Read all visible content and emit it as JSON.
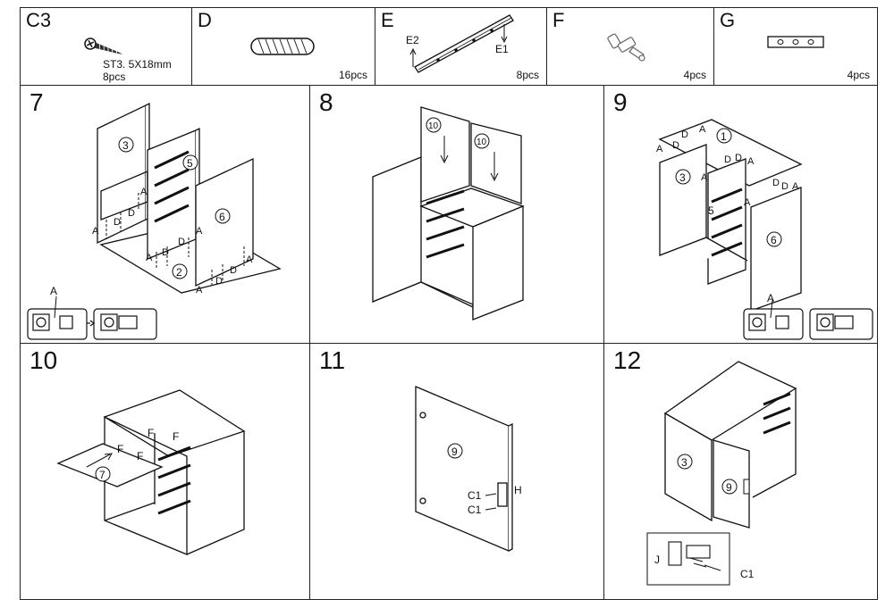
{
  "parts": [
    {
      "code": "C3",
      "desc": "ST3. 5X18mm",
      "qty": "8pcs",
      "icon": "screw-icon"
    },
    {
      "code": "D",
      "qty": "16pcs",
      "icon": "dowel-icon"
    },
    {
      "code": "E",
      "qty": "8pcs",
      "icon": "drawer-slide-icon",
      "labels": {
        "e2": "E2",
        "e1": "E1"
      }
    },
    {
      "code": "F",
      "qty": "4pcs",
      "icon": "shelf-pin-icon"
    },
    {
      "code": "G",
      "qty": "4pcs",
      "icon": "bracket-plate-icon"
    }
  ],
  "steps": [
    {
      "number": "7",
      "labels": {
        "p3": "3",
        "p5": "5",
        "p6": "6",
        "p2": "2",
        "a": "A",
        "d": "D"
      }
    },
    {
      "number": "8",
      "labels": {
        "p10": "10"
      }
    },
    {
      "number": "9",
      "labels": {
        "p1": "1",
        "p3": "3",
        "p5": "5",
        "p6": "6",
        "a": "A",
        "d": "D"
      }
    },
    {
      "number": "10",
      "labels": {
        "p7": "7",
        "f": "F"
      }
    },
    {
      "number": "11",
      "labels": {
        "p9": "9",
        "c1": "C1",
        "h": "H"
      }
    },
    {
      "number": "12",
      "labels": {
        "p3": "3",
        "p9": "9",
        "j": "J",
        "c1": "C1"
      }
    }
  ]
}
